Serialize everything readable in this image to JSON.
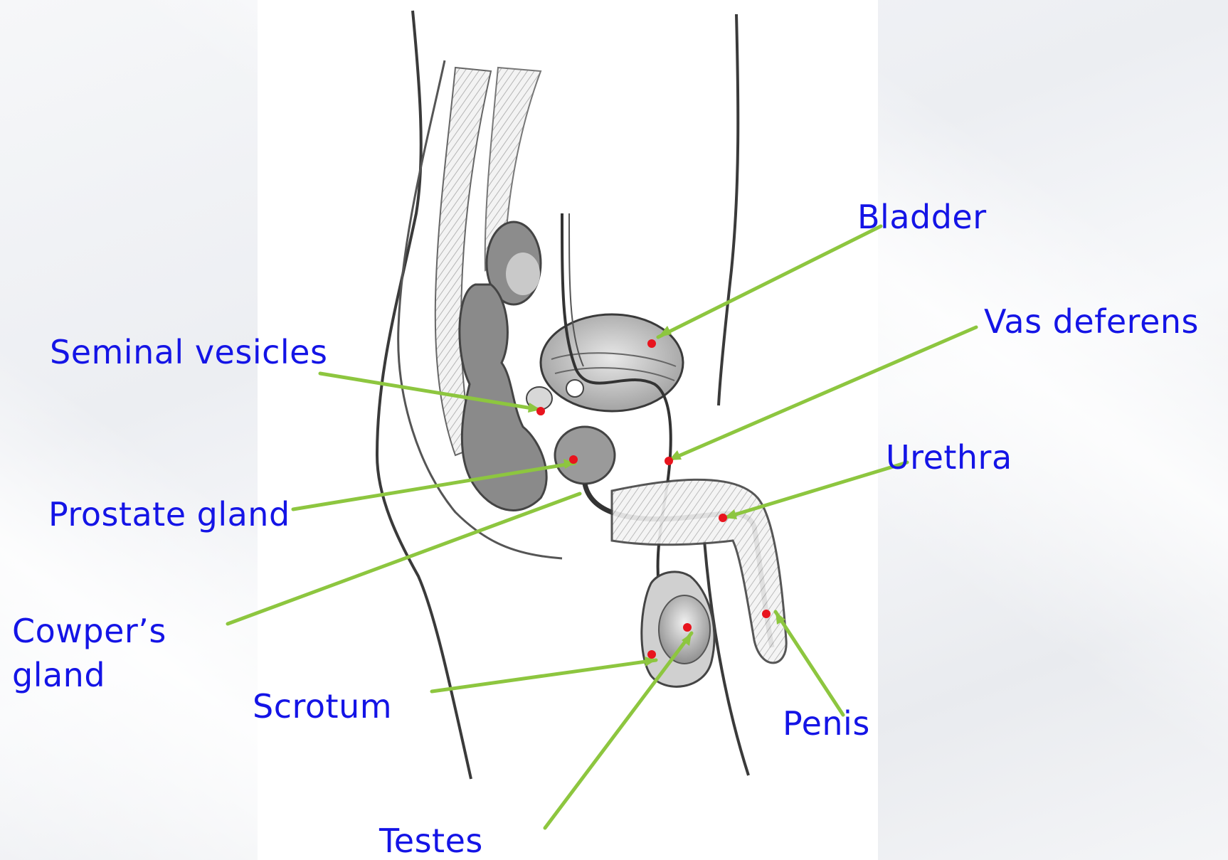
{
  "labels": {
    "bladder": "Bladder",
    "vas_deferens": "Vas deferens",
    "seminal_vesicles": "Seminal vesicles",
    "urethra": "Urethra",
    "prostate_gland": "Prostate gland",
    "cowpers_gland_line1": "Cowper’s",
    "cowpers_gland_line2": "gland",
    "scrotum": "Scrotum",
    "penis": "Penis",
    "testes": "Testes"
  },
  "colors": {
    "label_text": "#1414e6",
    "leader_line": "#8dc63f",
    "marker_dot": "#e8141e",
    "drawing_stroke": "#3a3a3a"
  }
}
